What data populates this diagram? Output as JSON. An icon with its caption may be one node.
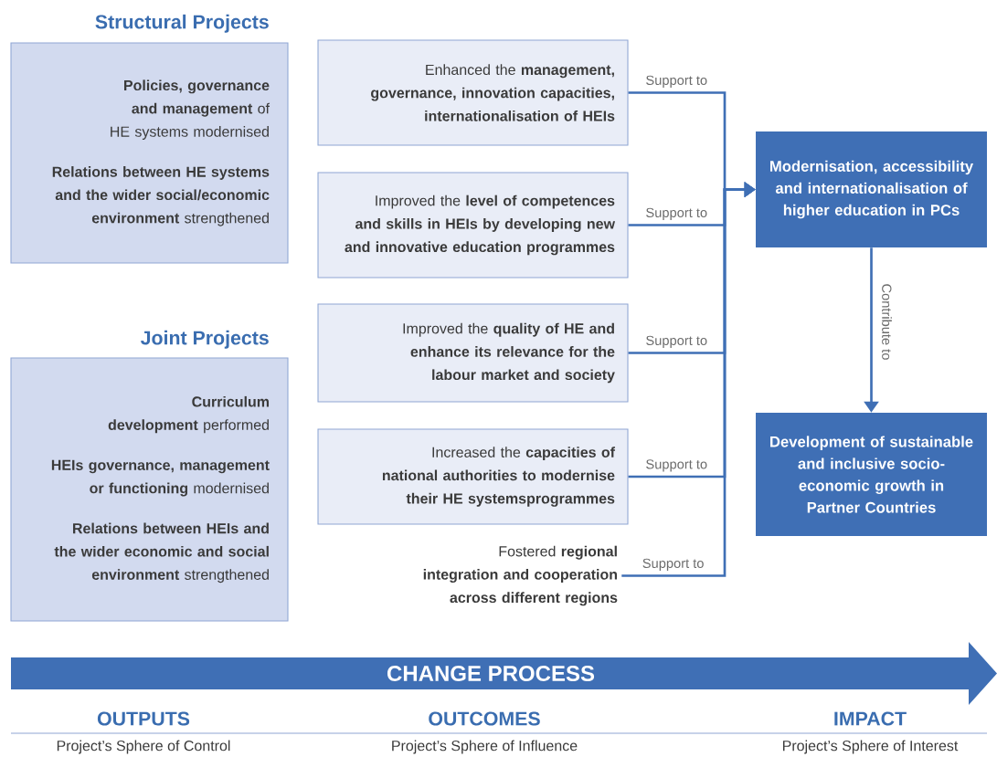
{
  "diagram": {
    "nodes": [
      {
        "text": [
          "Structural Projects",
          "**Policies, governance and management** of HE systems modernised",
          "**Relations between HE systems and the wider social/economic environment** strengthened"
        ]
      },
      {
        "text": [
          "Joint Projects",
          "**Curriculum development** performed",
          "**HEIs governance, management or functioning** modernised",
          "**Relations between HEIs and the wider economic and social environment** strengthened"
        ]
      },
      {
        "text": [
          "Enhanced the **management, governance, innovation capacities, internationalisation of HEIs**"
        ]
      },
      {
        "text": [
          "Improved the **level of competences and skills in HEIs by developing new and innovative education programmes**"
        ]
      },
      {
        "text": [
          "Improved the **quality of HE and enhance its relevance for the labour market and society**"
        ]
      },
      {
        "text": [
          "Increased the **capacities of national authorities to modernise their HE systemsprogrammes**"
        ]
      },
      {
        "text": [
          "Fostered **regional integration and cooperation across different regions**"
        ]
      },
      {
        "text": [
          "Modernisation, accessibility and internationalisation of higher education in PCs"
        ]
      },
      {
        "text": [
          "Development of sustainable and inclusive socio-economic growth in Partner Countries"
        ]
      },
      {
        "text": [
          "CHANGE PROCESS"
        ]
      }
    ],
    "edges": [
      {
        "from": 2,
        "to": 7,
        "arrow": "to",
        "label": "Support to"
      },
      {
        "from": 3,
        "to": 7,
        "arrow": "to",
        "label": "Support to"
      },
      {
        "from": 4,
        "to": 7,
        "arrow": "to",
        "label": "Support to"
      },
      {
        "from": 5,
        "to": 7,
        "arrow": "to",
        "label": "Support to"
      },
      {
        "from": 6,
        "to": 7,
        "arrow": "to",
        "label": "Support to"
      },
      {
        "from": 7,
        "to": 8,
        "arrow": "to",
        "label": "Contribute to"
      }
    ],
    "labels": [
      "OUTPUTS",
      "Project’s Sphere of Control",
      "OUTCOMES",
      "Project’s Sphere of Influence",
      "IMPACT",
      "Project’s Sphere of Interest"
    ]
  }
}
